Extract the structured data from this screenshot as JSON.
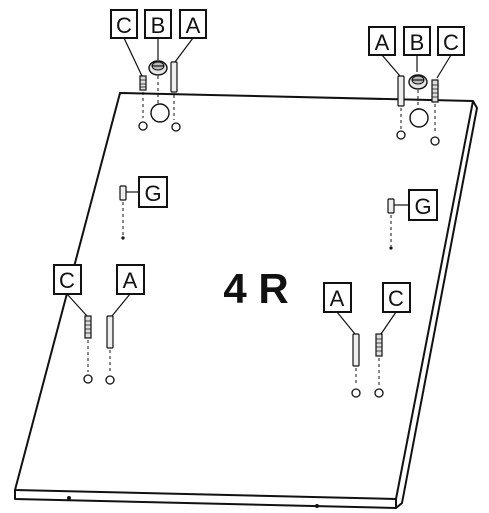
{
  "panel": {
    "label": "4 R"
  },
  "part_labels": {
    "A": "A",
    "B": "B",
    "C": "C",
    "G": "G"
  },
  "groups": {
    "top_left": [
      "C",
      "B",
      "A"
    ],
    "top_right": [
      "A",
      "B",
      "C"
    ],
    "mid_left": [
      "G"
    ],
    "mid_right": [
      "G"
    ],
    "bottom_left": [
      "C",
      "A"
    ],
    "bottom_right": [
      "A",
      "C"
    ]
  },
  "part_icons": {
    "A": "wooden-dowel-icon",
    "B": "cam-lock-icon",
    "C": "cam-bolt-icon",
    "G": "screw-pin-icon"
  },
  "colors": {
    "line": "#111111",
    "hardware_fill": "#e6e6e6",
    "hardware_shade": "#999999",
    "background": "#ffffff"
  }
}
